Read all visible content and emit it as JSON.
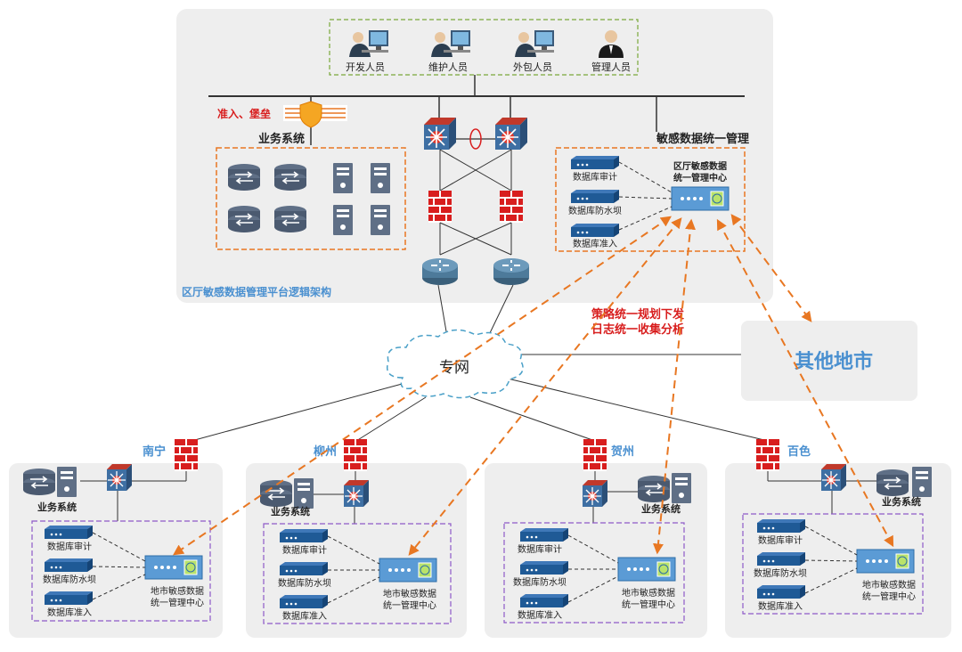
{
  "users": {
    "developer": "开发人员",
    "maintainer": "维护人员",
    "outsourcer": "外包人员",
    "manager": "管理人员"
  },
  "top": {
    "bastion_label": "准入、堡垒",
    "business_label": "业务系统",
    "sensitive_label": "敏感数据统一管理",
    "platform_caption": "区厅敏感数据管理平台逻辑架构",
    "center_title_line1": "区厅敏感数据",
    "center_title_line2": "统一管理中心",
    "db_audit": "数据库审计",
    "db_firewall": "数据库防水坝",
    "db_access": "数据库准入"
  },
  "network": {
    "private_net": "专网",
    "policy_line1": "策略统一规划下发",
    "policy_line2": "日志统一收集分析",
    "other_cities": "其他地市"
  },
  "cities": [
    {
      "name": "南宁",
      "business": "业务系统",
      "db_audit": "数据库审计",
      "db_firewall": "数据库防水坝",
      "db_access": "数据库准入",
      "center_line1": "地市敏感数据",
      "center_line2": "统一管理中心"
    },
    {
      "name": "柳州",
      "business": "业务系统",
      "db_audit": "数据库审计",
      "db_firewall": "数据库防水坝",
      "db_access": "数据库准入",
      "center_line1": "地市敏感数据",
      "center_line2": "统一管理中心"
    },
    {
      "name": "贺州",
      "business": "业务系统",
      "db_audit": "数据库审计",
      "db_firewall": "数据库防水坝",
      "db_access": "数据库准入",
      "center_line1": "地市敏感数据",
      "center_line2": "统一管理中心"
    },
    {
      "name": "百色",
      "business": "业务系统",
      "db_audit": "数据库审计",
      "db_firewall": "数据库防水坝",
      "db_access": "数据库准入",
      "center_line1": "地市敏感数据",
      "center_line2": "统一管理中心"
    }
  ],
  "colors": {
    "panel": "#eeeeee",
    "link_dashed": "#e87722",
    "title_blue": "#4a90d0",
    "alert_red": "#d81e1e",
    "device_blue": "#1f5a96"
  }
}
